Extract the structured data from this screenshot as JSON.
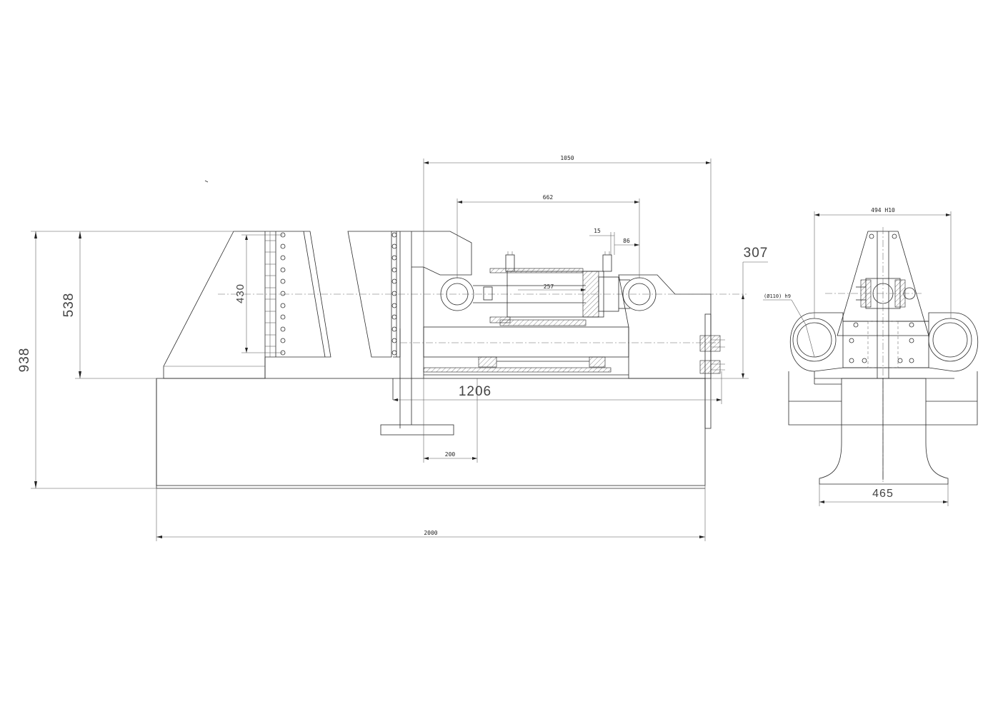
{
  "dimensions": {
    "d1050": "1050",
    "d662": "662",
    "d15": "15",
    "d86": "86",
    "d257": "257",
    "d307": "307",
    "d538": "538",
    "d430": "430",
    "d938": "938",
    "d1206": "1206",
    "d200": "200",
    "d2000": "2000",
    "d494": "494 H10",
    "d110": "(Ø110) h9",
    "d465": "465"
  }
}
